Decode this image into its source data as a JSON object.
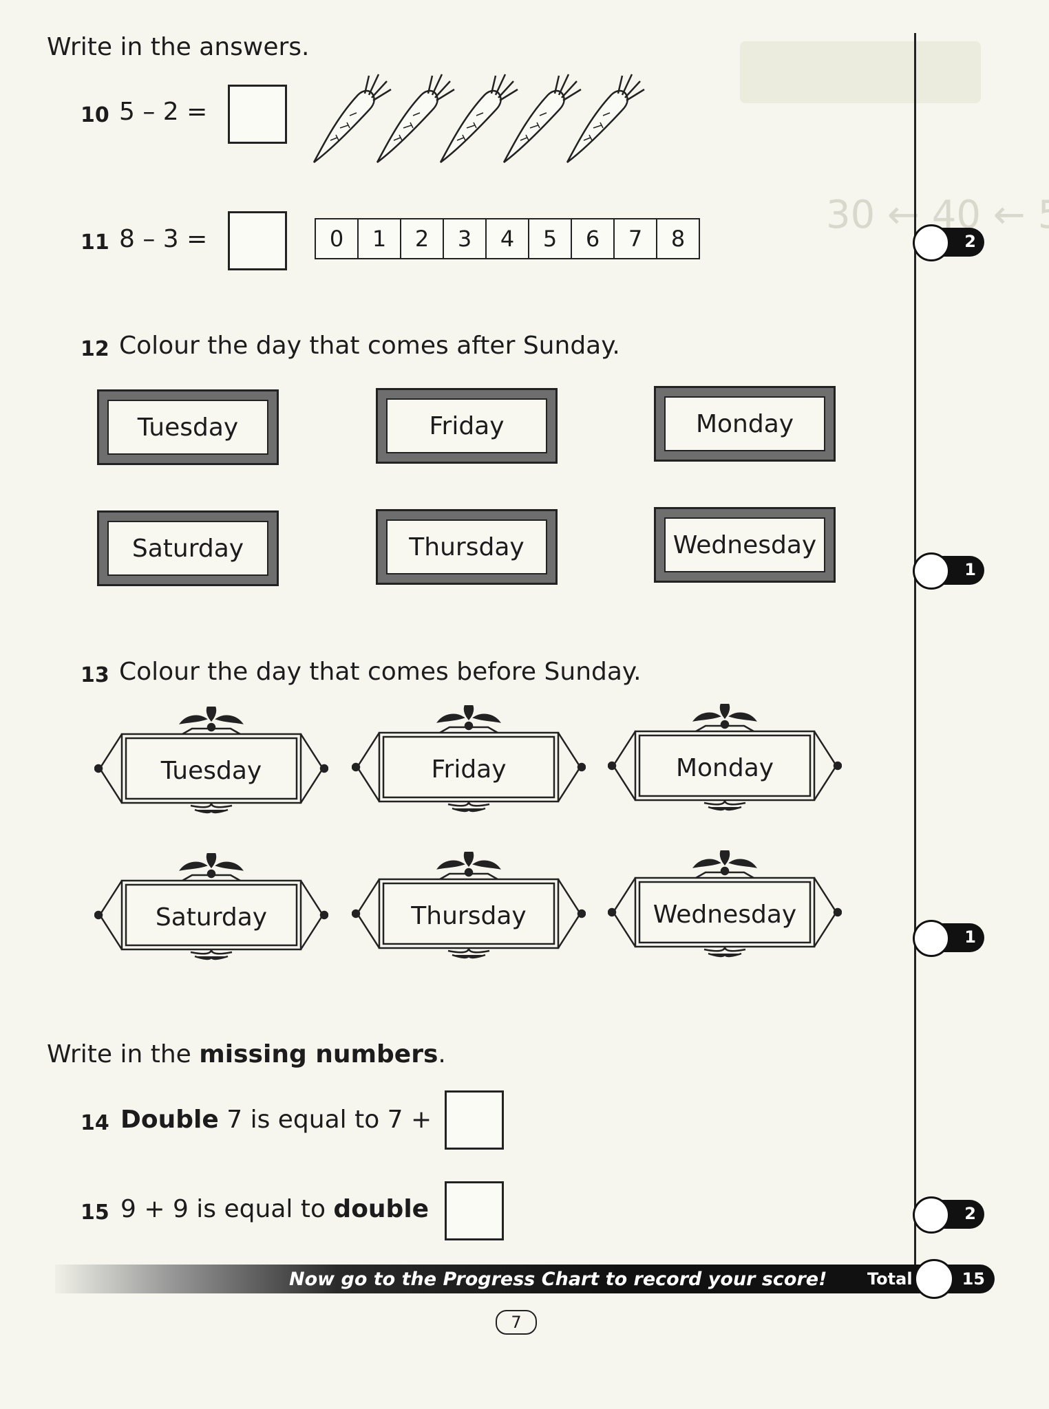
{
  "intro": "Write in the answers.",
  "q10": {
    "num": "10",
    "expr": "5 – 2 ="
  },
  "q11": {
    "num": "11",
    "expr": "8 – 3 =",
    "numberline": [
      "0",
      "1",
      "2",
      "3",
      "4",
      "5",
      "6",
      "7",
      "8"
    ]
  },
  "q12": {
    "num": "12",
    "text": "Colour the day that comes after Sunday.",
    "days": [
      "Tuesday",
      "Friday",
      "Monday",
      "Saturday",
      "Thursday",
      "Wednesday"
    ]
  },
  "q13": {
    "num": "13",
    "text": "Colour the day that comes before Sunday.",
    "days": [
      "Tuesday",
      "Friday",
      "Monday",
      "Saturday",
      "Thursday",
      "Wednesday"
    ]
  },
  "missing": {
    "pre": "Write in the ",
    "bold": "missing numbers",
    "post": "."
  },
  "q14": {
    "num": "14",
    "bold": "Double",
    "text": " 7 is equal to 7 +"
  },
  "q15": {
    "num": "15",
    "text": "9 + 9 is equal to ",
    "bold": "double"
  },
  "scores": [
    "2",
    "1",
    "1",
    "2"
  ],
  "banner": {
    "message": "Now go to the Progress Chart to record your score!",
    "total_label": "Total",
    "total": "15"
  },
  "page_number": "7"
}
